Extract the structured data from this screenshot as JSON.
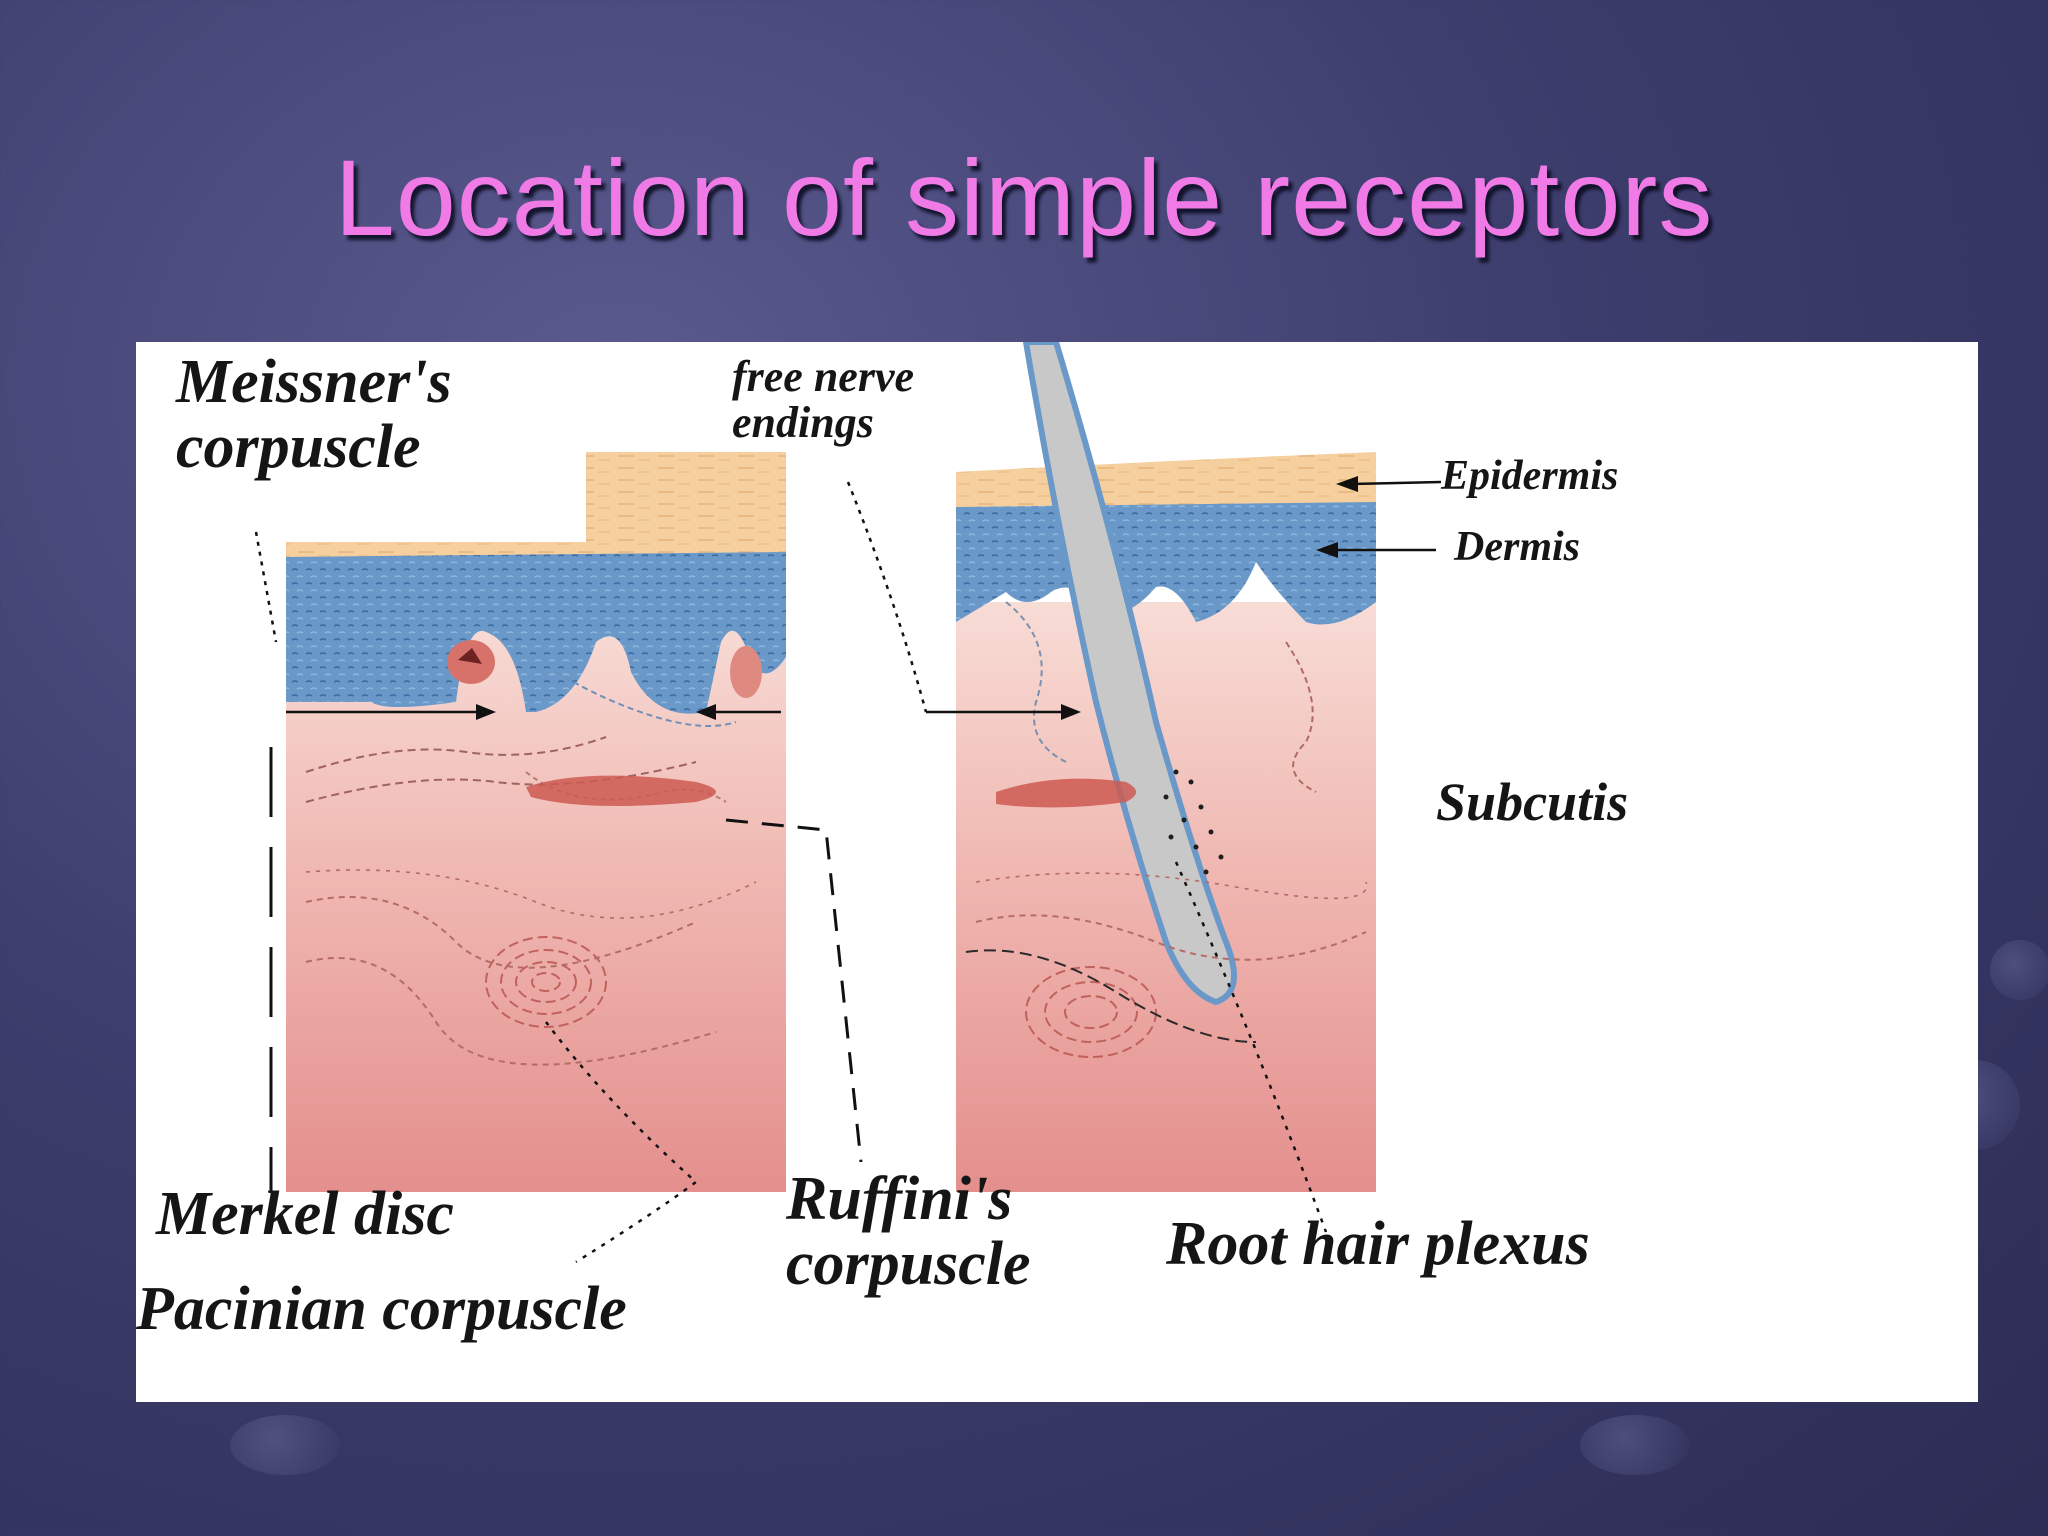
{
  "slide": {
    "title": "Location of simple receptors"
  },
  "diagram": {
    "labels": {
      "meissner_line1": "Meissner's",
      "meissner_line2": "corpuscle",
      "free_nerve_line1": "free nerve",
      "free_nerve_line2": "endings",
      "epidermis": "Epidermis",
      "dermis": "Dermis",
      "subcutis": "Subcutis",
      "merkel": "Merkel disc",
      "pacinian": "Pacinian corpuscle",
      "ruffini_line1": "Ruffini's",
      "ruffini_line2": "corpuscle",
      "root_hair": "Root hair plexus"
    },
    "colors": {
      "epidermis": "#f6cf9e",
      "dermis": "#6a98c8",
      "subcutis_top": "#f6d6d0",
      "subcutis_bottom": "#e79a98",
      "hair": "#c8c8c8",
      "title": "#f07ae6"
    }
  }
}
